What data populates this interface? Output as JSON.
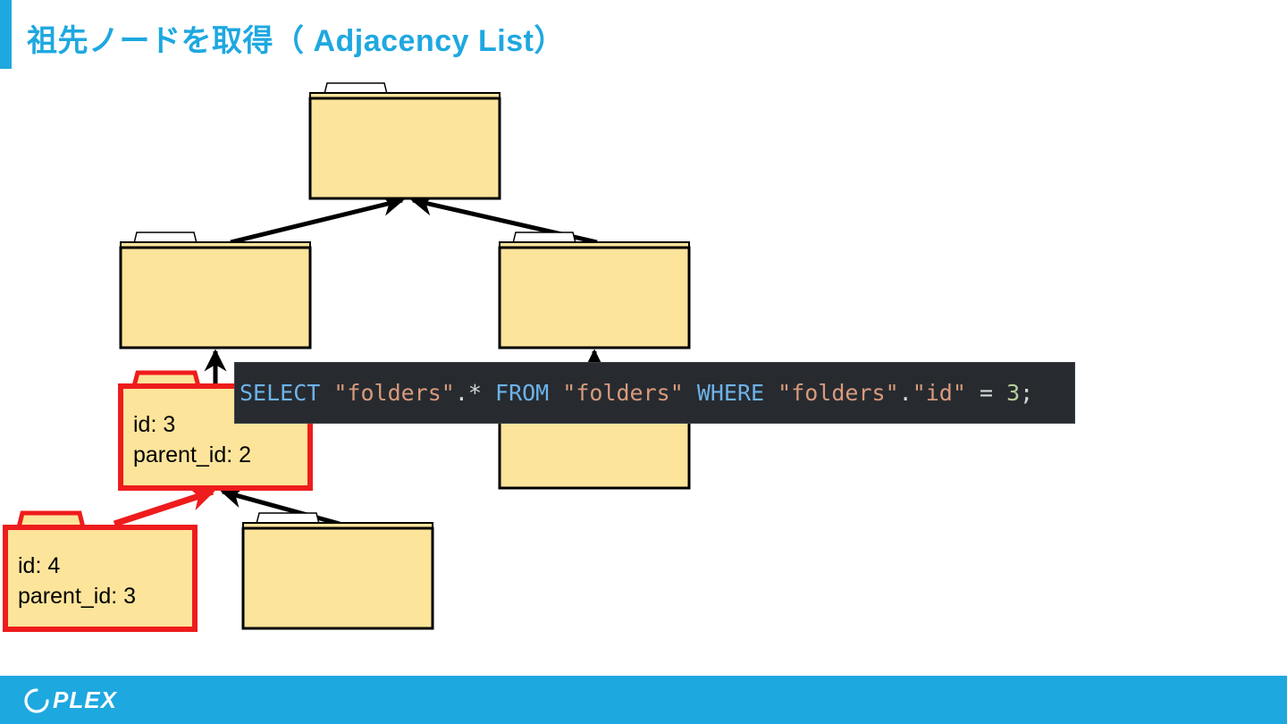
{
  "header": {
    "title": "祖先ノードを取得（ Adjacency List）"
  },
  "diagram": {
    "node_id3": {
      "id_line": "id: 3",
      "parent_line": "parent_id: 2"
    },
    "node_id4": {
      "id_line": "id: 4",
      "parent_line": "parent_id: 3"
    }
  },
  "sql": {
    "tokens": [
      "SELECT",
      "\"folders\"",
      ".*",
      "FROM",
      "\"folders\"",
      "WHERE",
      "\"folders\"",
      ".",
      "\"id\"",
      "=",
      "3",
      ";"
    ]
  },
  "footer": {
    "logo_text": "PLEX"
  },
  "colors": {
    "accent": "#1ea8e0",
    "folder_fill": "#fce49b",
    "highlight": "#ee1c1c",
    "code_bg": "#272b30"
  }
}
